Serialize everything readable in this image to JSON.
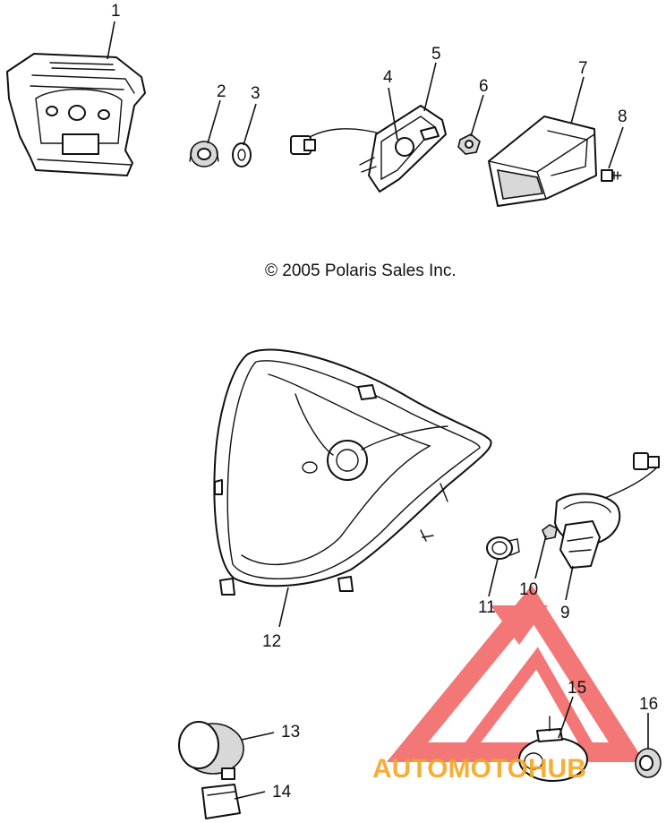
{
  "copyright": "© 2005 Polaris Sales Inc.",
  "callouts": [
    "1",
    "2",
    "3",
    "4",
    "5",
    "6",
    "7",
    "8",
    "9",
    "10",
    "11",
    "12",
    "13",
    "14",
    "15",
    "16"
  ],
  "watermark": {
    "text": "AUTOMOTOHUB",
    "text_color": "#f5a623",
    "logo_color": "#f04e4e"
  }
}
